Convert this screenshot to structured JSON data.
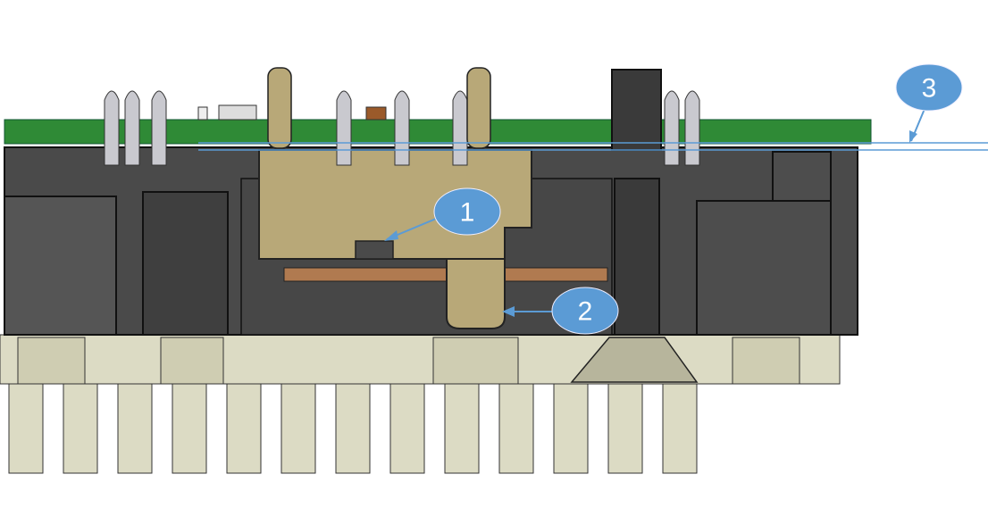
{
  "figure": {
    "description_type": "CAD cross-section of PCB assembly on heatsink",
    "callouts": [
      {
        "id": "1",
        "label": "1"
      },
      {
        "id": "2",
        "label": "2"
      },
      {
        "id": "3",
        "label": "3"
      }
    ]
  },
  "colors": {
    "pcb": "#2f8a36",
    "body": "#4a4a4a",
    "connector": "#b8a878",
    "base": "#dddcc6",
    "strip": "#b07a50",
    "callout": "#5b9bd5"
  }
}
